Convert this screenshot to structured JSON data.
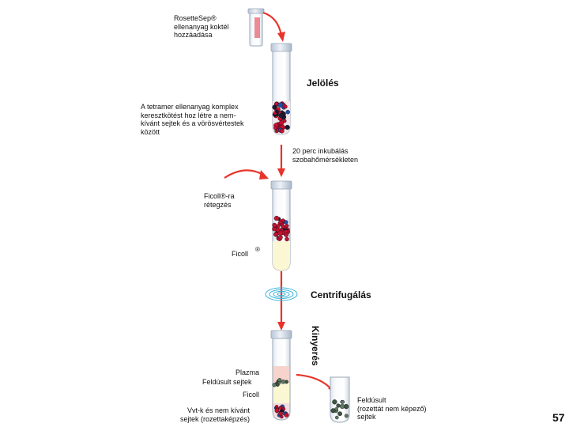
{
  "colors": {
    "arrow": "#e8332a",
    "rbc_red": "#c8102e",
    "cell_blue": "#1f4fa8",
    "cell_dark": "#1a1a2e",
    "ficoll_yellow": "#fbf7d2",
    "plasma_pink": "#f6d4cc",
    "enriched_green": "#5e7a62",
    "swirl_cyan": "#3ab4dc"
  },
  "icons": [
    "rosettesep-vial-icon",
    "centrifuge-swirl-icon"
  ],
  "steps": {
    "add_cocktail": "RosetteSep®\nellenanyag koktél\nhozzáadása",
    "labeling": "Jelölés",
    "complex_desc": "A tetramer ellenanyag komplex\nkeresztkötést hoz létre a nem-\nkívánt sejtek és a vörösvértestek\nközött",
    "incubation": "20 perc inkubálás\nszobahőmérsékleten",
    "ficoll_layering": "Ficoll®-ra\nrétegzés",
    "ficoll_label": "Ficoll",
    "ficoll_reg": "®",
    "centrifugation": "Centrifugálás",
    "harvest": "Kinyerés"
  },
  "final_tube": {
    "plasma": "Plazma",
    "enriched": "Feldúsult sejtek",
    "ficoll": "Ficoll",
    "pellet": "Vvt-k és nem kívánt\nsejtek (rozettaképzés)"
  },
  "result": "Feldúsult\n(rozettát nem képező)\nsejtek",
  "page_number": "57"
}
